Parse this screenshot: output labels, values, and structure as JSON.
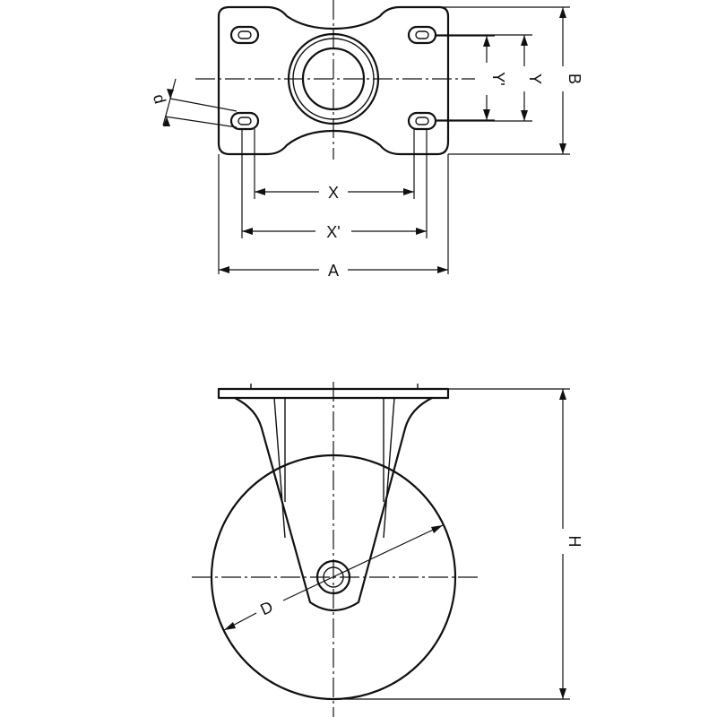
{
  "top_view": {
    "labels": {
      "A": "A",
      "B": "B",
      "X": "X",
      "X_prime": "X'",
      "Y": "Y",
      "Y_prime": "Y'",
      "d": "d"
    }
  },
  "side_view": {
    "labels": {
      "H": "H",
      "D": "D"
    }
  }
}
